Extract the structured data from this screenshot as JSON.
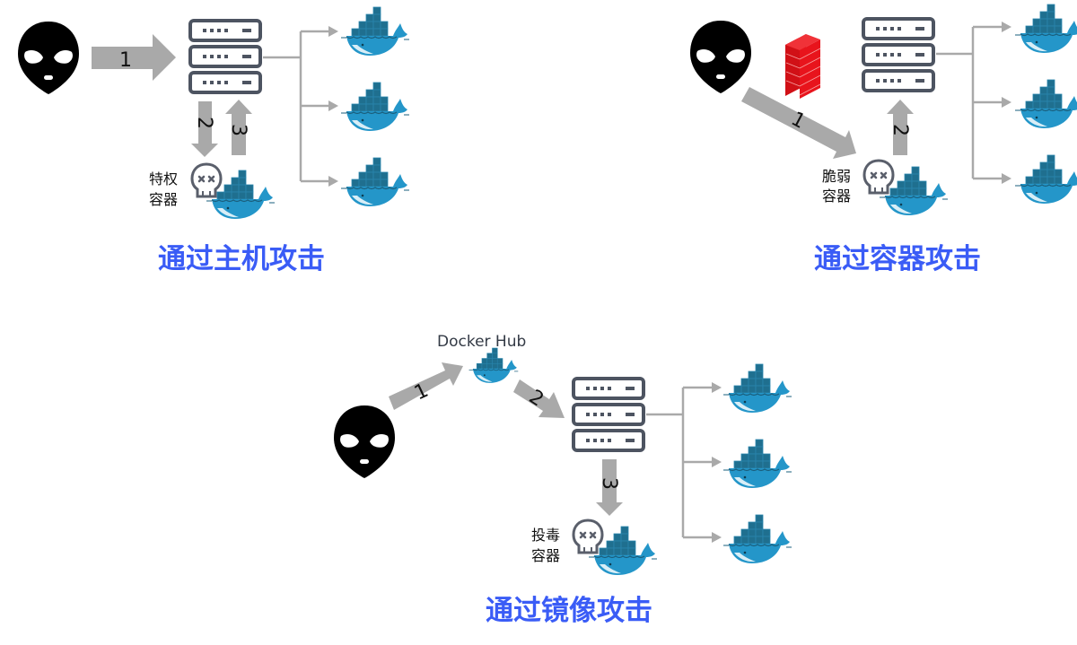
{
  "colors": {
    "title": "#3a5cf6",
    "arrow": "#a9a9a9",
    "branch": "#a9a9a9",
    "server": "#4d5461",
    "whale_body": "#2496c9",
    "whale_container": "#1f6f8f",
    "firewall": "#e8141c",
    "alien": "#000000",
    "skull": "#5a5f6b"
  },
  "icons": [
    "alien-icon",
    "server-rack-icon",
    "docker-whale-icon",
    "skull-icon",
    "firewall-icon"
  ],
  "panels": [
    {
      "id": "host",
      "title": "通过主机攻击",
      "compromised_label": [
        "特权",
        "容器"
      ],
      "steps": [
        "1",
        "2",
        "3"
      ]
    },
    {
      "id": "container",
      "title": "通过容器攻击",
      "compromised_label": [
        "脆弱",
        "容器"
      ],
      "steps": [
        "1",
        "2"
      ]
    },
    {
      "id": "image",
      "title": "通过镜像攻击",
      "registry_label": "Docker Hub",
      "compromised_label": [
        "投毒",
        "容器"
      ],
      "steps": [
        "1",
        "2",
        "3"
      ]
    }
  ]
}
